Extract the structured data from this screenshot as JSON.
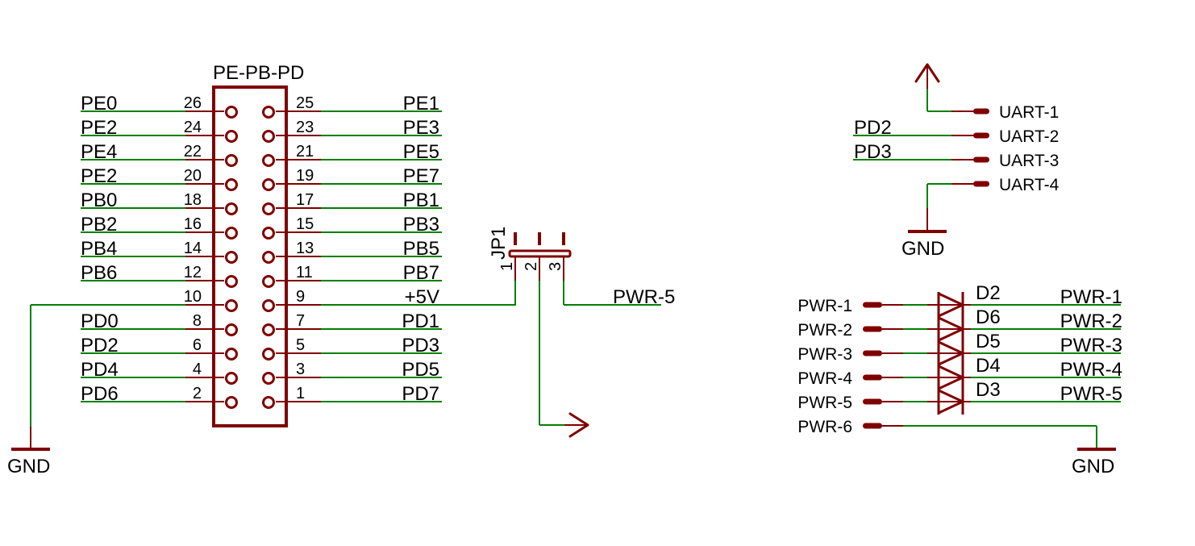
{
  "colors": {
    "background": "#ffffff",
    "net_wire": "#008000",
    "component": "#800000",
    "text": "#000000"
  },
  "header": {
    "name": "PE-PB-PD",
    "rows": [
      {
        "left_net": "PE0",
        "left_pin": "26",
        "right_pin": "25",
        "right_net": "PE1"
      },
      {
        "left_net": "PE2",
        "left_pin": "24",
        "right_pin": "23",
        "right_net": "PE3"
      },
      {
        "left_net": "PE4",
        "left_pin": "22",
        "right_pin": "21",
        "right_net": "PE5"
      },
      {
        "left_net": "PE2",
        "left_pin": "20",
        "right_pin": "19",
        "right_net": "PE7"
      },
      {
        "left_net": "PB0",
        "left_pin": "18",
        "right_pin": "17",
        "right_net": "PB1"
      },
      {
        "left_net": "PB2",
        "left_pin": "16",
        "right_pin": "15",
        "right_net": "PB3"
      },
      {
        "left_net": "PB4",
        "left_pin": "14",
        "right_pin": "13",
        "right_net": "PB5"
      },
      {
        "left_net": "PB6",
        "left_pin": "12",
        "right_pin": "11",
        "right_net": "PB7"
      },
      {
        "left_net": "",
        "left_pin": "10",
        "right_pin": "9",
        "right_net": "+5V"
      },
      {
        "left_net": "PD0",
        "left_pin": "8",
        "right_pin": "7",
        "right_net": "PD1"
      },
      {
        "left_net": "PD2",
        "left_pin": "6",
        "right_pin": "5",
        "right_net": "PD3"
      },
      {
        "left_net": "PD4",
        "left_pin": "4",
        "right_pin": "3",
        "right_net": "PD5"
      },
      {
        "left_net": "PD6",
        "left_pin": "2",
        "right_pin": "1",
        "right_net": "PD7"
      }
    ]
  },
  "gnd_left": {
    "label": "GND",
    "symbol": "ground-icon"
  },
  "jumper": {
    "name": "JP1",
    "pins": [
      "1",
      "2",
      "3"
    ],
    "pin3_net": "PWR-5",
    "pin2_symbol": "arrow-right-icon"
  },
  "uart": {
    "supply_symbol": "arrow-up-icon",
    "pins": [
      {
        "label": "UART-1",
        "net": ""
      },
      {
        "label": "UART-2",
        "net": "PD2"
      },
      {
        "label": "UART-3",
        "net": "PD3"
      },
      {
        "label": "UART-4",
        "net": ""
      }
    ],
    "gnd_label": "GND"
  },
  "power": {
    "pins": [
      {
        "label": "PWR-1",
        "diode": "D2",
        "out_net": "PWR-1"
      },
      {
        "label": "PWR-2",
        "diode": "D6",
        "out_net": "PWR-2"
      },
      {
        "label": "PWR-3",
        "diode": "D5",
        "out_net": "PWR-3"
      },
      {
        "label": "PWR-4",
        "diode": "D4",
        "out_net": "PWR-4"
      },
      {
        "label": "PWR-5",
        "diode": "D3",
        "out_net": "PWR-5"
      },
      {
        "label": "PWR-6",
        "diode": "",
        "out_net": ""
      }
    ],
    "gnd_label": "GND"
  }
}
